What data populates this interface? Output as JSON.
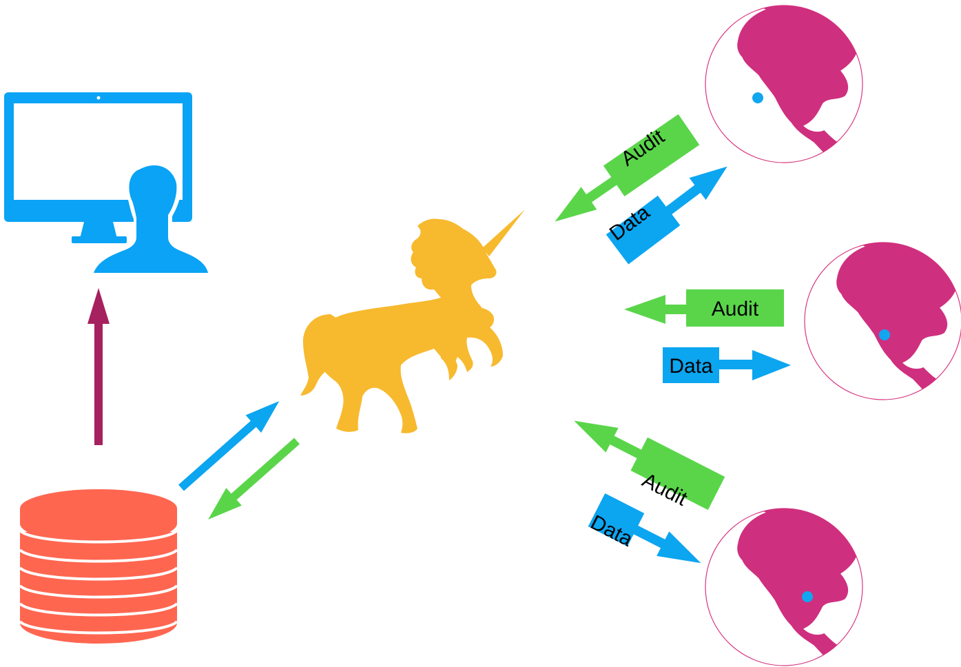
{
  "labels": {
    "audit": "Audit",
    "data": "Data"
  },
  "nodes": {
    "user": "computer-with-user-icon",
    "database": "database-icon",
    "proxy": "unicorn-icon",
    "regions": [
      "globe-region-1",
      "globe-region-2",
      "globe-region-3"
    ]
  },
  "colors": {
    "computer": "#0aa3f5",
    "database": "#ff6650",
    "unicorn": "#f7b92e",
    "globe_land": "#cf2f7f",
    "globe_outline": "#d8357f",
    "location_dot": "#12a6f0",
    "audit_green": "#5ad54a",
    "data_blue": "#0ca5f0",
    "up_arrow": "#a5215f"
  }
}
